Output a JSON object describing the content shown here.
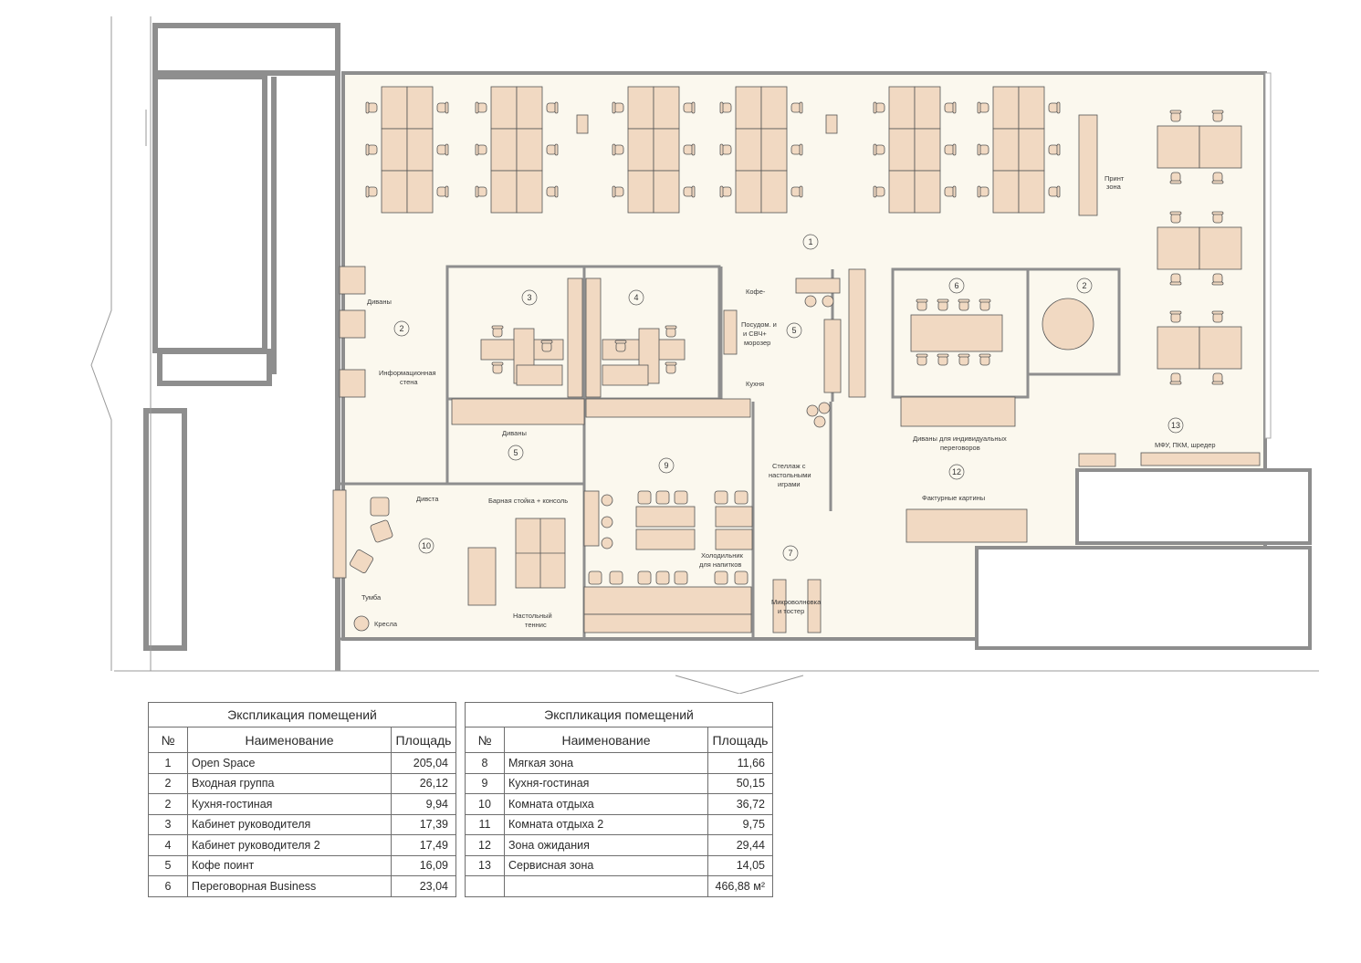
{
  "plan": {
    "rooms": [
      {
        "n": "1"
      },
      {
        "n": "2"
      },
      {
        "n": "2"
      },
      {
        "n": "3"
      },
      {
        "n": "4"
      },
      {
        "n": "5"
      },
      {
        "n": "5"
      },
      {
        "n": "6"
      },
      {
        "n": "7"
      },
      {
        "n": "9"
      },
      {
        "n": "10"
      },
      {
        "n": "12"
      },
      {
        "n": "13"
      }
    ],
    "labels": {
      "print_zone_1": "Принт",
      "print_zone_2": "зона",
      "sofas_left": "Диваны",
      "info_wall_1": "Информационная",
      "info_wall_2": "стена",
      "coffee": "Кофе-",
      "dishwasher_1": "Посудом. и",
      "dishwasher_2": "и СВЧ+",
      "dishwasher_3": "морозер",
      "kitchen": "Кухня",
      "sofas_mid": "Диваны",
      "shelf_1": "Стеллаж с",
      "shelf_2": "настольными",
      "shelf_3": "играми",
      "sofas_neg_1": "Диваны для индивидуальных",
      "sofas_neg_2": "переговоров",
      "textured": "Фактурные картины",
      "mfu": "МФУ, ПКМ, шредер",
      "divan_small": "Дивста",
      "bar": "Барная стойка + консоль",
      "fridge_1": "Холодильник",
      "fridge_2": "для напитков",
      "micro_1": "Микроволновка",
      "micro_2": "и тостер",
      "tumba": "Тумба",
      "armchairs": "Кресла",
      "tennis_1": "Настольный",
      "tennis_2": "теннис"
    }
  },
  "table_left": {
    "caption": "Экспликация помещений",
    "headers": [
      "№",
      "Наименование",
      "Площадь"
    ],
    "rows": [
      [
        "1",
        "Open Space",
        "205,04"
      ],
      [
        "2",
        "Входная группа",
        "26,12"
      ],
      [
        "2",
        "Кухня-гостиная",
        "9,94"
      ],
      [
        "3",
        "Кабинет руководителя",
        "17,39"
      ],
      [
        "4",
        "Кабинет руководителя 2",
        "17,49"
      ],
      [
        "5",
        "Кофе поинт",
        "16,09"
      ],
      [
        "6",
        "Переговорная Business",
        "23,04"
      ]
    ]
  },
  "table_right": {
    "caption": "Экспликация помещений",
    "headers": [
      "№",
      "Наименование",
      "Площадь"
    ],
    "rows": [
      [
        "8",
        "Мягкая зона",
        "11,66"
      ],
      [
        "9",
        "Кухня-гостиная",
        "50,15"
      ],
      [
        "10",
        "Комната отдыха",
        "36,72"
      ],
      [
        "11",
        "Комната отдыха 2",
        "9,75"
      ],
      [
        "12",
        "Зона ожидания",
        "29,44"
      ],
      [
        "13",
        "Сервисная зона",
        "14,05"
      ],
      [
        "",
        "",
        "466,88 м²"
      ]
    ]
  },
  "colors": {
    "floor": "#fbf8ee",
    "furniture": "#f1d9c2",
    "wall": "#8e8e8e",
    "line": "#555555"
  }
}
